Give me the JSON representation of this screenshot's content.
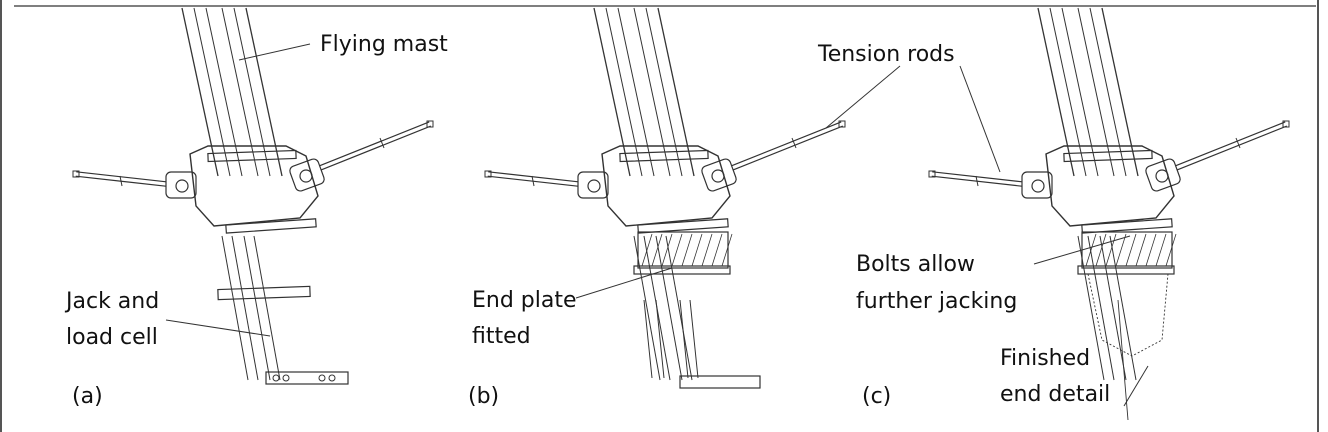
{
  "figure": {
    "panels": [
      {
        "id": "a",
        "caption": "(a)"
      },
      {
        "id": "b",
        "caption": "(b)"
      },
      {
        "id": "c",
        "caption": "(c)"
      }
    ],
    "labels": {
      "flying_mast": "Flying mast",
      "tension_rods": "Tension rods",
      "jack_line1": "Jack and",
      "jack_line2": "load cell",
      "end_plate_line1": "End plate",
      "end_plate_line2": "fitted",
      "bolts_line1": "Bolts allow",
      "bolts_line2": "further jacking",
      "finished_line1": "Finished",
      "finished_line2": "end detail"
    },
    "colors": {
      "line": "#333333",
      "frame": "#555555"
    }
  }
}
